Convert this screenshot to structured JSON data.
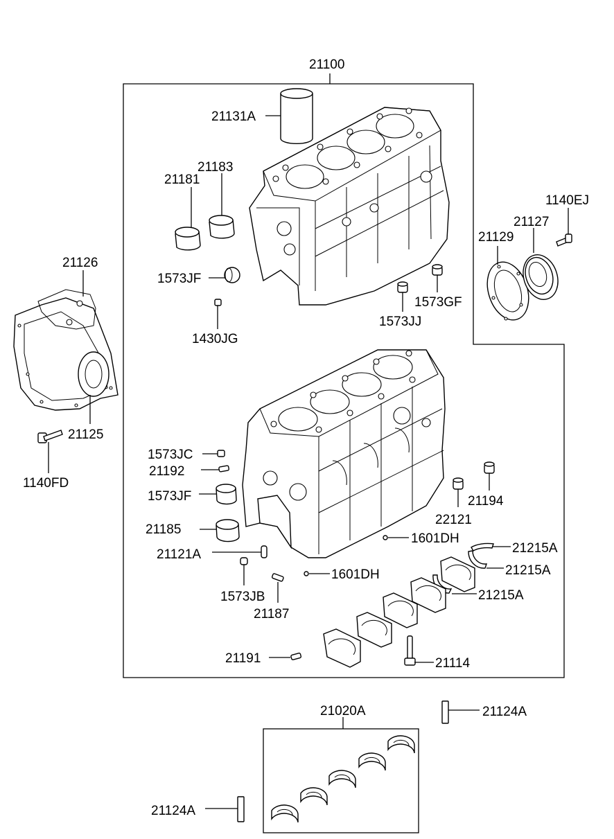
{
  "diagram": {
    "type": "exploded-parts-diagram",
    "subject": "cylinder block",
    "line_color": "#000000",
    "background_color": "#ffffff"
  },
  "labels": {
    "p21100": "21100",
    "p21131A": "21131A",
    "p21183": "21183",
    "p21181": "21181",
    "p1573JF_top": "1573JF",
    "p1430JG": "1430JG",
    "p1573JJ": "1573JJ",
    "p1573GF": "1573GF",
    "p1140EJ": "1140EJ",
    "p21127": "21127",
    "p21129": "21129",
    "p21126": "21126",
    "p21125": "21125",
    "p1140FD": "1140FD",
    "p1573JC": "1573JC",
    "p21192": "21192",
    "p1573JF_bottom": "1573JF",
    "p21185": "21185",
    "p21121A": "21121A",
    "p1573JB": "1573JB",
    "p21187": "21187",
    "p1601DH_a": "1601DH",
    "p1601DH_b": "1601DH",
    "p21194": "21194",
    "p22121": "22121",
    "p21215A_a": "21215A",
    "p21215A_b": "21215A",
    "p21215A_c": "21215A",
    "p21191": "21191",
    "p21114": "21114",
    "p21020A": "21020A",
    "p21124A_right": "21124A",
    "p21124A_left": "21124A"
  }
}
